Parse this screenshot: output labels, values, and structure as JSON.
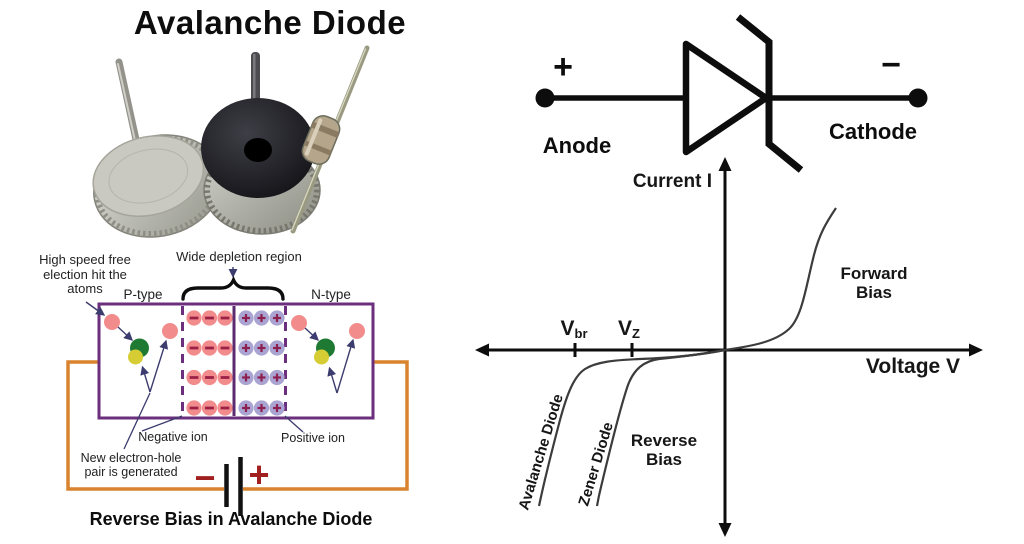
{
  "title": "Avalanche Diode",
  "junction": {
    "p_type": "P-type",
    "n_type": "N-type",
    "depletion_label": "Wide depletion region",
    "high_speed_note": "High speed free\nelection hit the\natoms",
    "negative_ion": "Negative ion",
    "positive_ion": "Positive ion",
    "new_pair_note": "New electron-hole\npair is generated",
    "battery_minus": "−",
    "battery_plus": "+",
    "caption": "Reverse Bias in Avalanche Diode",
    "negative_ion_count": 12,
    "positive_ion_count": 12,
    "negative_ion_sign": "−",
    "positive_ion_sign": "+"
  },
  "symbol": {
    "anode_polarity": "+",
    "cathode_polarity": "−",
    "anode": "Anode",
    "cathode": "Cathode"
  },
  "graph": {
    "y_axis_label": "Current I",
    "x_axis_label": "Voltage V",
    "vbr_base": "V",
    "vbr_sub": "br",
    "vz_base": "V",
    "vz_sub": "Z",
    "forward_bias": "Forward Bias",
    "reverse_bias": "Reverse Bias",
    "avalanche_curve": "Avalanche Diode",
    "zener_curve": "Zener Diode"
  },
  "colors": {
    "box_purple": "#6b2f7d",
    "wire_orange": "#d9832f",
    "electron_fill": "#f28c8c",
    "positive_ion_fill": "#aaa4d2",
    "ion_sign": "#9c2147",
    "atom_green": "#1e7a33",
    "atom_yellow": "#d6cd35",
    "arrow_navy": "#3c3c6e",
    "battery_sign_red": "#a02020",
    "curve_gray": "#3c3c3c"
  }
}
